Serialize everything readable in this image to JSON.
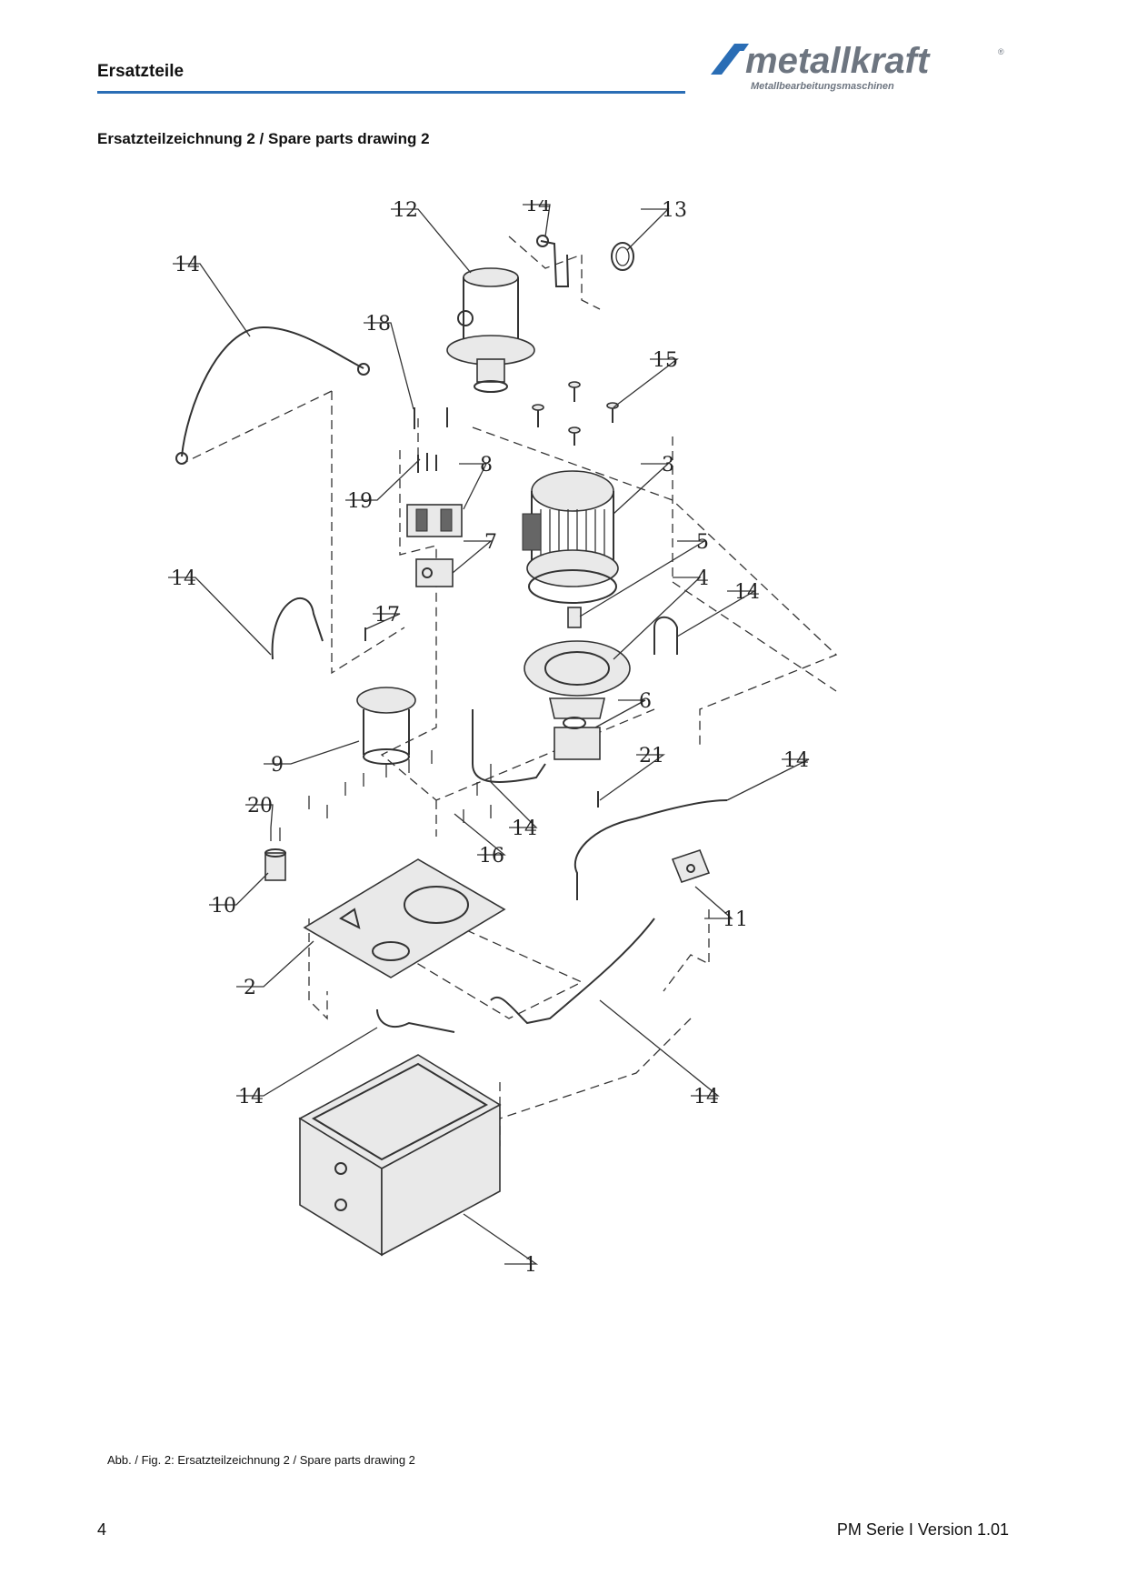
{
  "header": {
    "title": "Ersatzteile",
    "logo_text": "metallkraft",
    "logo_subtitle": "Metallbearbeitungsmaschinen",
    "accent_color": "#2a6db5"
  },
  "section_title": "Ersatzteilzeichnung 2 / Spare parts drawing 2",
  "drawing": {
    "callouts": [
      "1",
      "2",
      "3",
      "4",
      "5",
      "6",
      "7",
      "8",
      "9",
      "10",
      "11",
      "12",
      "13",
      "14",
      "15",
      "16",
      "17",
      "18",
      "19",
      "20",
      "21"
    ]
  },
  "caption": "Abb. / Fig. 2: Ersatzteilzeichnung 2 / Spare parts drawing 2",
  "footer": {
    "page_number": "4",
    "document": "PM Serie I Version 1.01"
  }
}
